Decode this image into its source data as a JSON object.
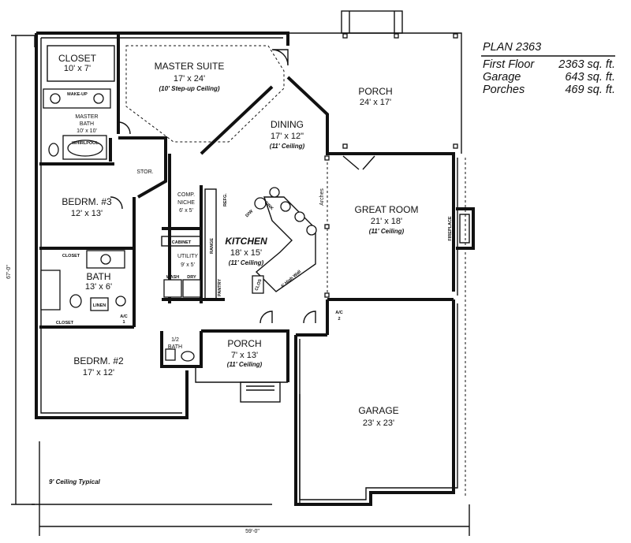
{
  "plan": {
    "title": "PLAN 2363",
    "areas": [
      {
        "label": "First Floor",
        "value": "2363 sq. ft."
      },
      {
        "label": "Garage",
        "value": "643 sq. ft."
      },
      {
        "label": "Porches",
        "value": "469 sq. ft."
      }
    ]
  },
  "rooms": {
    "closet_master": {
      "name": "CLOSET",
      "size": "10' x 7'"
    },
    "master_suite": {
      "name": "MASTER SUITE",
      "size": "17' x 24'",
      "note": "(10' Step-up Ceiling)"
    },
    "make_up": "MAKE-UP",
    "master_bath": {
      "name": "MASTER",
      "name2": "BATH",
      "size": "10' x 10'"
    },
    "whirlpool": "WHIRLPOOL",
    "porch_rear": {
      "name": "PORCH",
      "size": "24' x 17'"
    },
    "dining": {
      "name": "DINING",
      "size": "17' x 12\"",
      "note": "(11' Ceiling)"
    },
    "stor": "STOR.",
    "comp_niche": {
      "name": "COMP.",
      "name2": "NICHE",
      "size": "6' x 5'"
    },
    "refg": "REFG.",
    "bedroom3": {
      "name": "BEDRM. #3",
      "size": "12' x 13'"
    },
    "arches": "Arches",
    "great_room": {
      "name": "GREAT ROOM",
      "size": "21' x 18'",
      "note": "(11' Ceiling)"
    },
    "fireplace": "FIREPLACE",
    "dw": "D/W",
    "sink": "SINK",
    "kitchen": {
      "name": "KITCHEN",
      "size": "18' x 15'",
      "note": "(11' Ceiling)"
    },
    "cabinet": "CABINET",
    "range": "RANGE",
    "utility": {
      "name": "UTILITY",
      "size": "9' x 5'"
    },
    "wash": "WASH",
    "dry": "DRY",
    "pantry": "PANTRY",
    "clos": "CLOS",
    "high_wall": "6' High Wall",
    "closet_bath": "CLOSET",
    "bath": {
      "name": "BATH",
      "size": "13' x 6'"
    },
    "linen": "LINEN",
    "ac1": {
      "a": "A/C",
      "b": "1"
    },
    "ac2": {
      "a": "A/C",
      "b": "2"
    },
    "closet_bed2": "CLOSET",
    "half_bath": {
      "name": "1/2",
      "name2": "BATH"
    },
    "porch_front": {
      "name": "PORCH",
      "size": "7' x 13'",
      "note": "(11' Ceiling)"
    },
    "bedroom2": {
      "name": "BEDRM. #2",
      "size": "17' x 12'"
    },
    "garage": {
      "name": "GARAGE",
      "size": "23' x 23'"
    }
  },
  "notes": {
    "ceiling": "9' Ceiling Typical",
    "depth_dim": "67'-0\"",
    "width_dim": "59'-0\""
  }
}
